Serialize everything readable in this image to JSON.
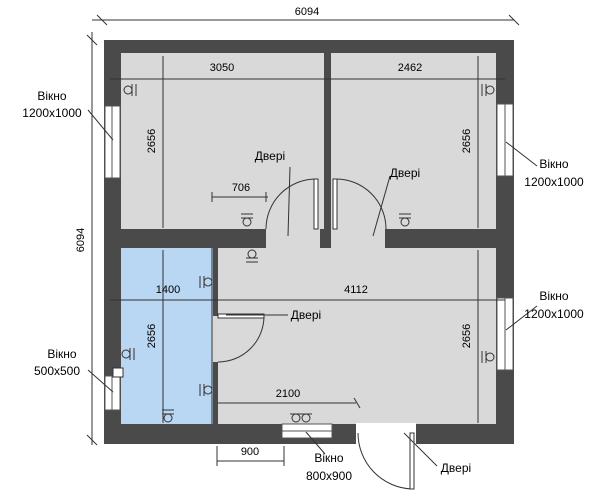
{
  "dimensions": {
    "overall_width": "6094",
    "overall_height": "6094",
    "room_top_left_width": "3050",
    "room_top_right_width": "2462",
    "room_top_left_height": "2656",
    "room_top_right_height": "2656",
    "wall_offset": "706",
    "room_small_width": "1400",
    "room_small_height": "2656",
    "room_large_width": "4112",
    "room_large_height": "2656",
    "window_segment": "2100",
    "door_offset": "900"
  },
  "labels": {
    "door": "Двері",
    "window_word": "Вікно",
    "window_1200x1000": "1200х1000",
    "window_500x500": "500х500",
    "window_800x900": "800х900"
  },
  "colors": {
    "wall": "#4a4a4a",
    "floor": "#d9d9d9",
    "highlighted_room": "#b9d6f2"
  }
}
